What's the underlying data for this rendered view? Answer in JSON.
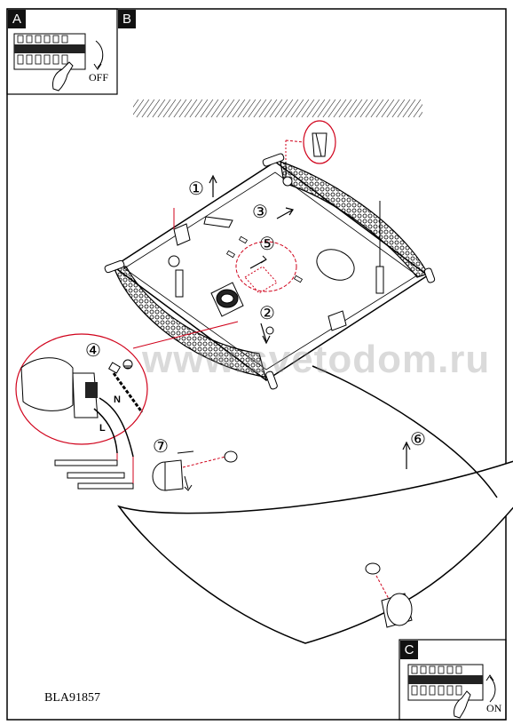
{
  "panels": {
    "a_label": "A",
    "b_label": "B",
    "c_label": "C",
    "off_label": "OFF",
    "on_label": "ON"
  },
  "steps": [
    "①",
    "②",
    "③",
    "④",
    "⑤",
    "⑥",
    "⑦"
  ],
  "wires": {
    "n": "N",
    "l": "L"
  },
  "watermark": "www.svetodom.ru",
  "model_code": "BLA91857",
  "colors": {
    "ink": "#000000",
    "accent_red": "#d0021b",
    "watermark": "#969696"
  }
}
